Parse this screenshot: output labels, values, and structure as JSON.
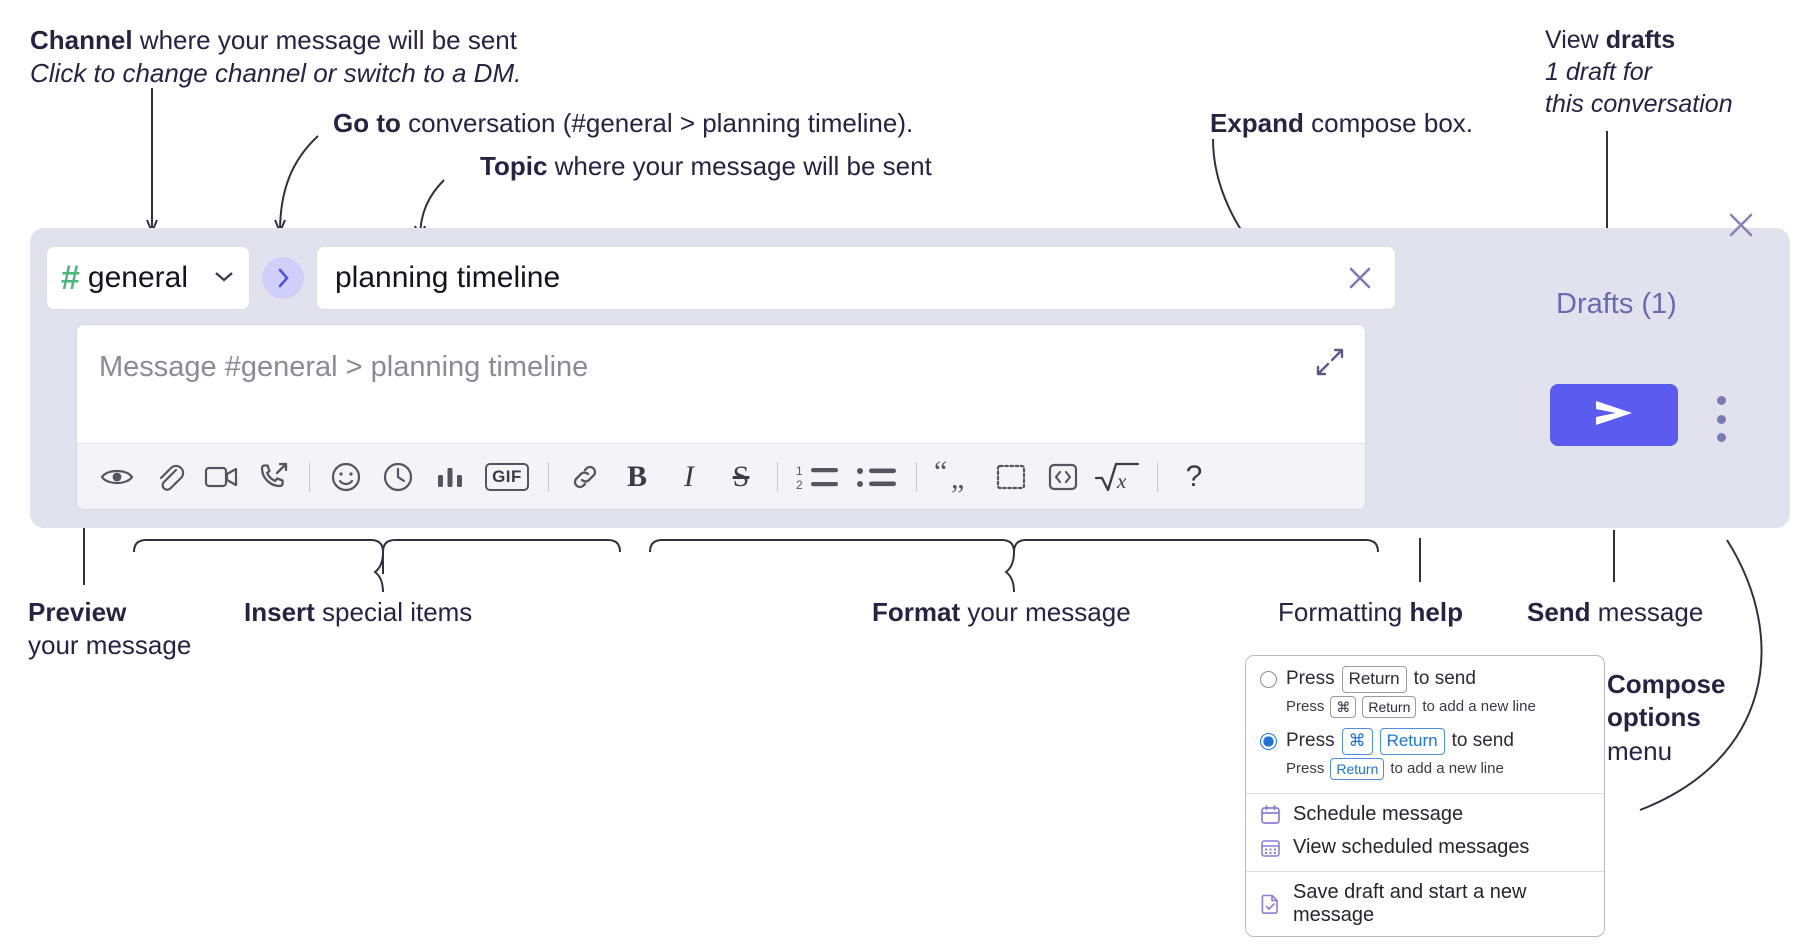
{
  "annotations": {
    "channel": {
      "bold": "Channel",
      "rest": " where your message will be sent",
      "italic": "Click to change channel or switch to a DM."
    },
    "goto": {
      "bold": "Go to",
      "rest": " conversation (#general > planning timeline)."
    },
    "topic": {
      "bold": "Topic",
      "rest": " where your message will be sent"
    },
    "expand": {
      "bold": "Expand",
      "rest": " compose box."
    },
    "drafts": {
      "bold_lead": "View ",
      "bold": "drafts",
      "italic1": "1 draft for",
      "italic2": "this conversation"
    },
    "preview": {
      "bold": "Preview",
      "rest": "your message"
    },
    "insert": {
      "bold": "Insert",
      "rest": " special items"
    },
    "format": {
      "bold": "Format",
      "rest": " your message"
    },
    "formatting_help": {
      "lead": "Formatting ",
      "bold": "help"
    },
    "send": {
      "bold": "Send",
      "rest": " message"
    },
    "compose_options": {
      "bold1": "Compose",
      "bold2": "options",
      "rest": "menu"
    }
  },
  "compose": {
    "channel_name": "general",
    "channel_hash": "#",
    "goto_icon": "chevron-right-icon",
    "topic_value": "planning timeline",
    "topic_clear_icon": "close-icon",
    "message_placeholder": "Message #general > planning timeline",
    "expand_icon": "expand-icon",
    "drafts_label": "Drafts (1)",
    "panel_close_icon": "close-icon",
    "send_icon": "send-arrow-icon",
    "more_icon": "kebab-menu-icon",
    "accent_send": "#5b5bf0",
    "accent_hash": "#4db87e",
    "panel_bg": "#e2e2ef",
    "drafts_color": "#6a6ab0"
  },
  "toolbar": {
    "items": [
      {
        "name": "preview-icon",
        "label": "Preview"
      },
      {
        "name": "attachment-icon",
        "label": "Attach file"
      },
      {
        "name": "video-icon",
        "label": "Record video clip"
      },
      {
        "name": "audio-call-icon",
        "label": "Record audio clip"
      },
      {
        "name": "separator",
        "label": ""
      },
      {
        "name": "emoji-icon",
        "label": "Emoji"
      },
      {
        "name": "clock-icon",
        "label": "Reminder"
      },
      {
        "name": "poll-icon",
        "label": "Poll"
      },
      {
        "name": "gif-icon",
        "label": "GIF"
      },
      {
        "name": "separator",
        "label": ""
      },
      {
        "name": "link-icon",
        "label": "Link"
      },
      {
        "name": "bold-icon",
        "label": "B"
      },
      {
        "name": "italic-icon",
        "label": "I"
      },
      {
        "name": "strikethrough-icon",
        "label": "S"
      },
      {
        "name": "separator",
        "label": ""
      },
      {
        "name": "ordered-list-icon",
        "label": "Ordered list"
      },
      {
        "name": "bulleted-list-icon",
        "label": "Bulleted list"
      },
      {
        "name": "separator",
        "label": ""
      },
      {
        "name": "blockquote-icon",
        "label": "Blockquote"
      },
      {
        "name": "code-block-icon",
        "label": "Code block"
      },
      {
        "name": "code-icon",
        "label": "Code"
      },
      {
        "name": "math-icon",
        "label": "Math"
      },
      {
        "name": "separator",
        "label": ""
      },
      {
        "name": "help-icon",
        "label": "?"
      }
    ]
  },
  "options_menu": {
    "option1": {
      "selected": false,
      "press": "Press",
      "key": "Return",
      "suffix": "to send",
      "sub_press": "Press",
      "sub_key1": "⌘",
      "sub_key2": "Return",
      "sub_suffix": "to add a new line"
    },
    "option2": {
      "selected": true,
      "press": "Press",
      "key1": "⌘",
      "key2": "Return",
      "suffix": "to send",
      "sub_press": "Press",
      "sub_key": "Return",
      "sub_suffix": "to add a new line"
    },
    "items": [
      {
        "icon": "calendar-icon",
        "label": "Schedule message"
      },
      {
        "icon": "calendar-grid-icon",
        "label": "View scheduled messages"
      },
      {
        "icon": "save-draft-icon",
        "label": "Save draft and start a new message"
      }
    ]
  }
}
